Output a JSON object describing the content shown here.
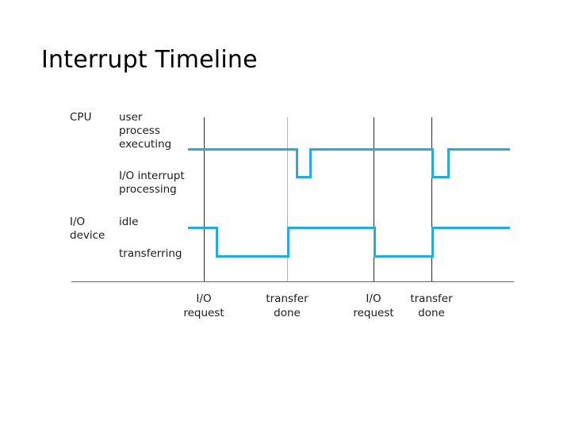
{
  "slide": {
    "title": "Interrupt Timeline",
    "background_color": "#ffffff",
    "title_color": "#000000"
  },
  "figure": {
    "accent_color": "#29abd7",
    "axis_color": "#6a6a6a",
    "gridline_dark_color": "#2b2b2b",
    "gridline_light_color": "#b4b4b4",
    "row_labels": {
      "cpu": "CPU",
      "io_device": "I/O\ndevice"
    },
    "state_labels": {
      "cpu_high": "user\nprocess\nexecuting",
      "cpu_low": "I/O interrupt\nprocessing",
      "io_high": "idle",
      "io_low": "transferring"
    },
    "event_ticks": [
      {
        "label": "I/O\nrequest",
        "x": 171,
        "style": "dark"
      },
      {
        "label": "transfer\ndone",
        "x": 276,
        "style": "light"
      },
      {
        "label": "I/O\nrequest",
        "x": 385,
        "style": "dark"
      },
      {
        "label": "transfer\ndone",
        "x": 458,
        "style": "dark"
      }
    ]
  },
  "chart_data": {
    "type": "line",
    "title": "Interrupt Timeline",
    "xlabel": "",
    "ylabel": "",
    "grid": true,
    "legend": "none",
    "x_events": [
      {
        "name": "I/O request",
        "t": 171
      },
      {
        "name": "transfer done",
        "t": 276
      },
      {
        "name": "I/O request",
        "t": 385
      },
      {
        "name": "transfer done",
        "t": 458
      }
    ],
    "series": [
      {
        "name": "CPU",
        "states": [
          "user process executing",
          "I/O interrupt processing"
        ],
        "level_high_y": 61,
        "level_low_y": 96,
        "steps": [
          {
            "from": 151,
            "to": 287,
            "state": "user process executing"
          },
          {
            "from": 287,
            "to": 304,
            "state": "I/O interrupt processing"
          },
          {
            "from": 304,
            "to": 458,
            "state": "user process executing"
          },
          {
            "from": 458,
            "to": 478,
            "state": "I/O interrupt processing"
          },
          {
            "from": 478,
            "to": 557,
            "state": "user process executing"
          }
        ]
      },
      {
        "name": "I/O device",
        "states": [
          "idle",
          "transferring"
        ],
        "level_high_y": 160,
        "level_low_y": 196,
        "steps": [
          {
            "from": 151,
            "to": 186,
            "state": "idle"
          },
          {
            "from": 186,
            "to": 276,
            "state": "transferring"
          },
          {
            "from": 276,
            "to": 385,
            "state": "idle"
          },
          {
            "from": 385,
            "to": 458,
            "state": "transferring"
          },
          {
            "from": 458,
            "to": 557,
            "state": "idle"
          }
        ]
      }
    ]
  }
}
